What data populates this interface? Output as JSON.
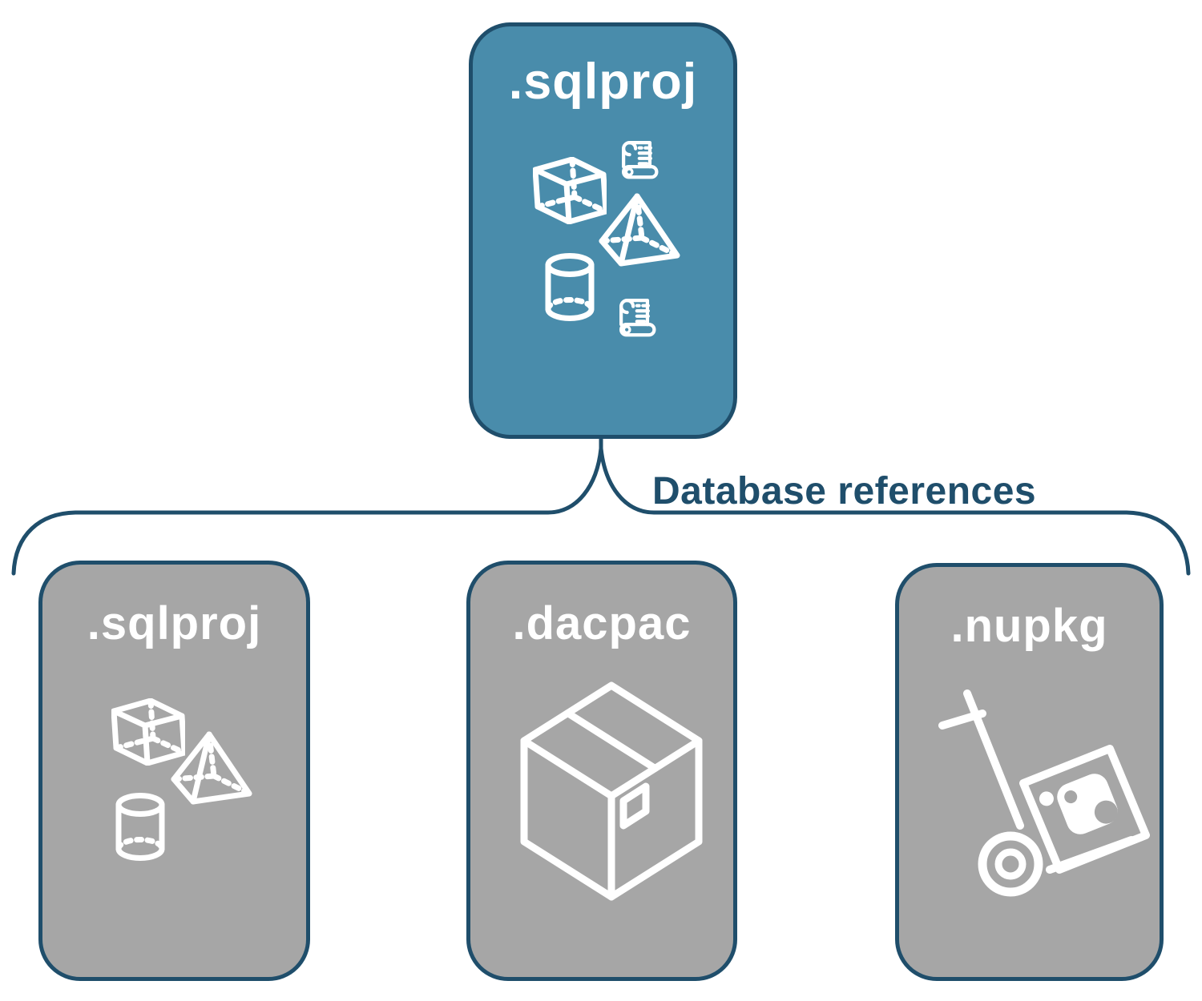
{
  "diagram": {
    "title_node": ".sqlproj",
    "connector": {
      "label": "Database references"
    }
  },
  "connector": {
    "label": "Database references"
  },
  "colors": {
    "accent_teal": "#498CAB",
    "navy_outline": "#1F4E6B",
    "reference_gray": "#A6A6A6",
    "icon_white": "#FFFFFF",
    "background": "#FFFFFF"
  },
  "nodes": [
    {
      "id": "sqlproj-main",
      "label": ".sqlproj",
      "variant": "teal",
      "icons": [
        "scroll-icon",
        "cube-icon",
        "pyramid-icon",
        "cylinder-icon",
        "scroll-icon"
      ]
    },
    {
      "id": "sqlproj-reference",
      "label": ".sqlproj",
      "variant": "gray",
      "icons": [
        "cube-icon",
        "pyramid-icon",
        "cylinder-icon"
      ]
    },
    {
      "id": "dacpac-reference",
      "label": ".dacpac",
      "variant": "gray",
      "icons": [
        "package-box-icon"
      ]
    },
    {
      "id": "nupkg-reference",
      "label": ".nupkg",
      "variant": "gray",
      "icons": [
        "nuget-hand-truck-icon"
      ]
    }
  ]
}
